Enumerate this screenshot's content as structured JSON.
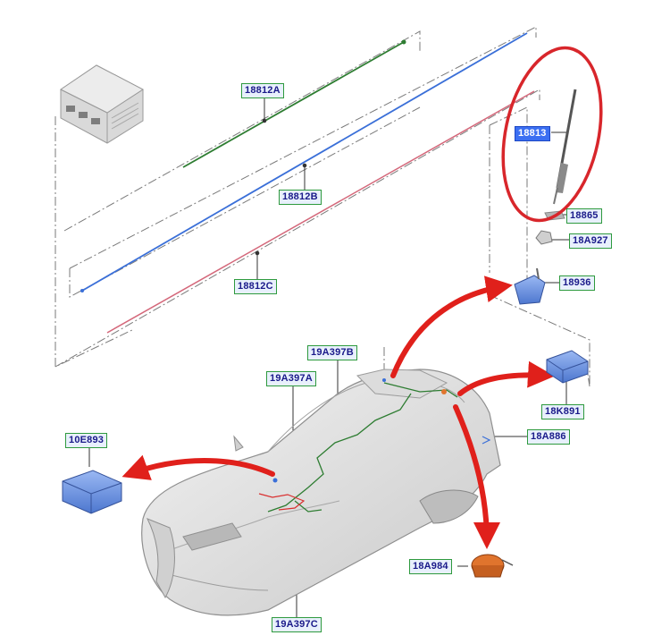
{
  "diagram": {
    "labels": {
      "wire_green": "18812A",
      "wire_blue": "18812B",
      "wire_red": "18812C",
      "antenna_mast": "18813",
      "antenna_base": "18865",
      "antenna_nut": "18A927",
      "antenna_adapter": "18936",
      "module_right": "18K891",
      "rear_antenna": "18A886",
      "module_left": "10E893",
      "speaker": "18A984",
      "harness_b": "19A397B",
      "harness_a": "19A397A",
      "harness_c": "19A397C"
    },
    "colors": {
      "wire_green": "#2e7d32",
      "wire_blue": "#3a6fd8",
      "wire_red": "#d4677a",
      "arrow": "#e0201b",
      "highlight_circle": "#d8262b",
      "module_blue": "#6f96e6",
      "speaker_orange": "#e0742d"
    }
  }
}
